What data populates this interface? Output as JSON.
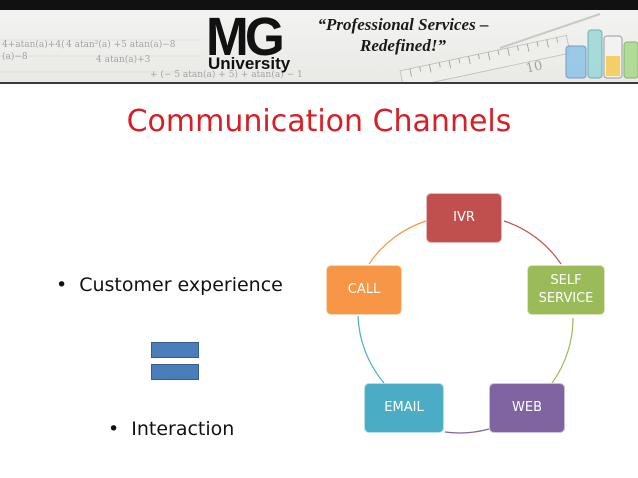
{
  "banner": {
    "logo_main": "MG",
    "logo_sub": "University",
    "tagline_line1": "“Professional Services –",
    "tagline_line2": "Redefined!”",
    "math_1": "4+atan(a)+4(",
    "math_2": "4 atan²(a) +5 atan(a)−8",
    "math_3": "(a)−8",
    "math_4": "4 atan(a)+3",
    "math_5": "+ (− 5 atan(a) + 5) + atan(a) − 1",
    "ruler_number": "10"
  },
  "slide": {
    "title": "Communication Channels",
    "bullet_1": "Customer experience",
    "bullet_2": "Interaction",
    "bullet_dot": "•"
  },
  "cycle": {
    "nodes": [
      {
        "label": "IVR",
        "color": "#c0504d"
      },
      {
        "label": "SELF SERVICE",
        "color": "#9bbb59"
      },
      {
        "label": "WEB",
        "color": "#8064a2"
      },
      {
        "label": "EMAIL",
        "color": "#4bacc6"
      },
      {
        "label": "CALL",
        "color": "#f79646"
      }
    ]
  },
  "colors": {
    "title": "#d81f26",
    "equals_bar": "#4a7ebb"
  }
}
